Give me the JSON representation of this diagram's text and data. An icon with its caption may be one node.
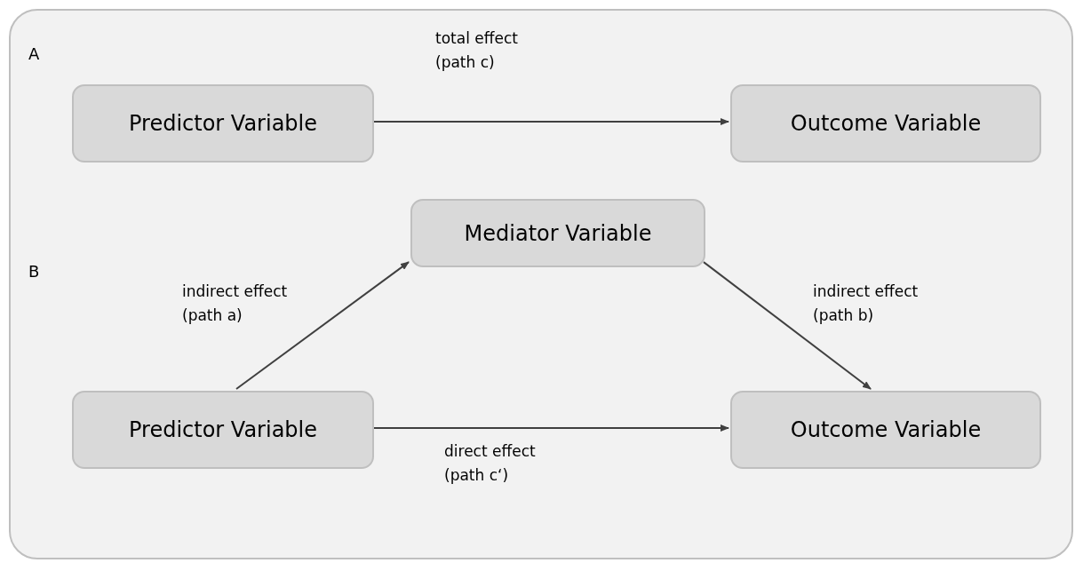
{
  "diagram": {
    "nodes": [
      {
        "text": [],
        "shape": "box"
      },
      {
        "text": [
          "Predictor Variable"
        ],
        "in": 0
      },
      {
        "text": [
          "Outcome Variable"
        ],
        "in": 0
      },
      {
        "text": [
          "Mediator Variable"
        ],
        "in": 0
      },
      {
        "text": [
          "Predictor Variable"
        ],
        "in": 0
      },
      {
        "text": [
          "Outcome Variable"
        ],
        "in": 0
      }
    ],
    "edges": [
      {
        "from": 1,
        "to": 2,
        "arrow": "to",
        "label": "total effect (path c)"
      },
      {
        "from": 4,
        "to": 3,
        "arrow": "to",
        "label": "indirect effect (path a)"
      },
      {
        "from": 3,
        "to": 5,
        "arrow": "to",
        "label": "indirect effect (path b)"
      },
      {
        "from": 4,
        "to": 5,
        "arrow": "to",
        "label": "direct effect (path c‘)"
      }
    ],
    "labels": [
      "A",
      "B"
    ]
  }
}
